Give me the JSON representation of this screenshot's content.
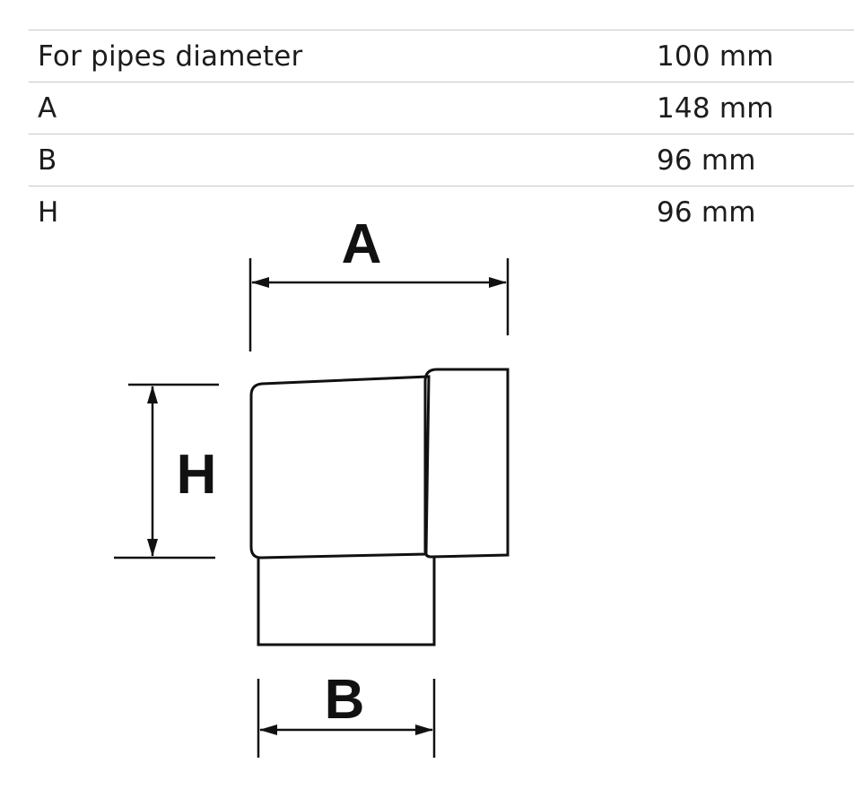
{
  "specs": {
    "rows": [
      {
        "label": "For pipes diameter",
        "value": "100 mm"
      },
      {
        "label": "A",
        "value": "148 mm"
      },
      {
        "label": "B",
        "value": "96 mm"
      },
      {
        "label": "H",
        "value": "96 mm"
      }
    ]
  },
  "diagram": {
    "label_a": "A",
    "label_b": "B",
    "label_h": "H"
  }
}
